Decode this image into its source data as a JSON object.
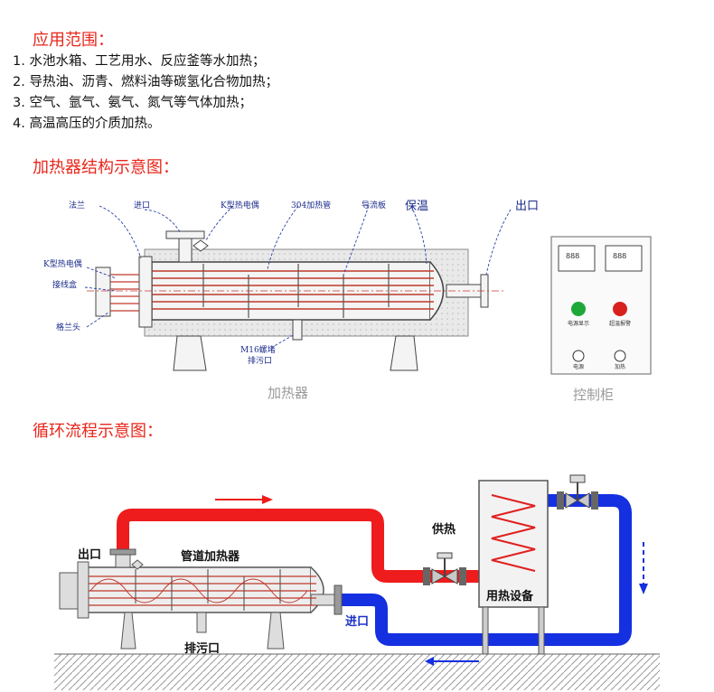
{
  "applications": {
    "heading": "应用范围：",
    "items": [
      "1. 水池水箱、工艺用水、反应釜等水加热；",
      "2. 导热油、沥青、燃料油等碳氢化合物加热；",
      "3. 空气、氩气、氨气、氮气等气体加热；",
      "4. 高温高压的介质加热。"
    ]
  },
  "structure": {
    "heading": "加热器结构示意图：",
    "labels": {
      "flange": "法兰",
      "inlet": "进口",
      "thermocouple_top": "K型热电偶",
      "tube": "304加热管",
      "baffle": "导流板",
      "insulation": "保温",
      "outlet": "出口",
      "thermocouple_left": "K型热电偶",
      "junction_box": "接线盒",
      "gland": "格兰头",
      "drain_plug": "M16螺堵",
      "drain": "排污口"
    },
    "heater_caption": "加热器",
    "cabinet_caption": "控制柜",
    "cabinet": {
      "display_value": "888",
      "power_label": "电源显示",
      "alarm_label": "超温报警",
      "knob1_label": "电源",
      "knob2_label": "加热"
    },
    "colors": {
      "power_lamp": "#1fa83a",
      "alarm_lamp": "#d8211e"
    }
  },
  "circulation": {
    "heading": "循环流程示意图：",
    "labels": {
      "outlet": "出口",
      "heater": "管道加热器",
      "supply": "供热",
      "equipment": "用热设备",
      "inlet": "进口",
      "drain": "排污口"
    },
    "colors": {
      "hot_pipe": "#ee1c1c",
      "cold_pipe": "#1430e0"
    }
  }
}
